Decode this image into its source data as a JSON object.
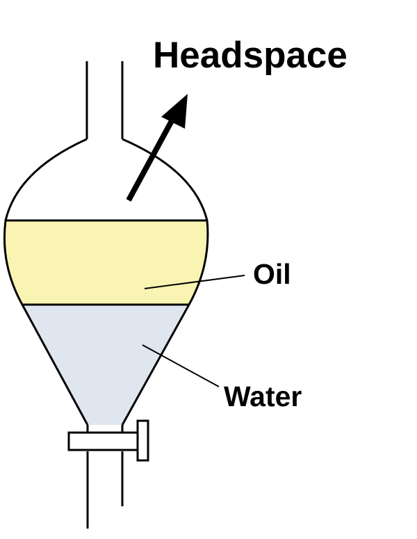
{
  "labels": {
    "headspace": "Headspace",
    "oil": "Oil",
    "water": "Water"
  },
  "colors": {
    "oil_fill": "#faf4b3",
    "water_fill": "#dfe6ef",
    "outline": "#000000",
    "background": "#ffffff"
  }
}
